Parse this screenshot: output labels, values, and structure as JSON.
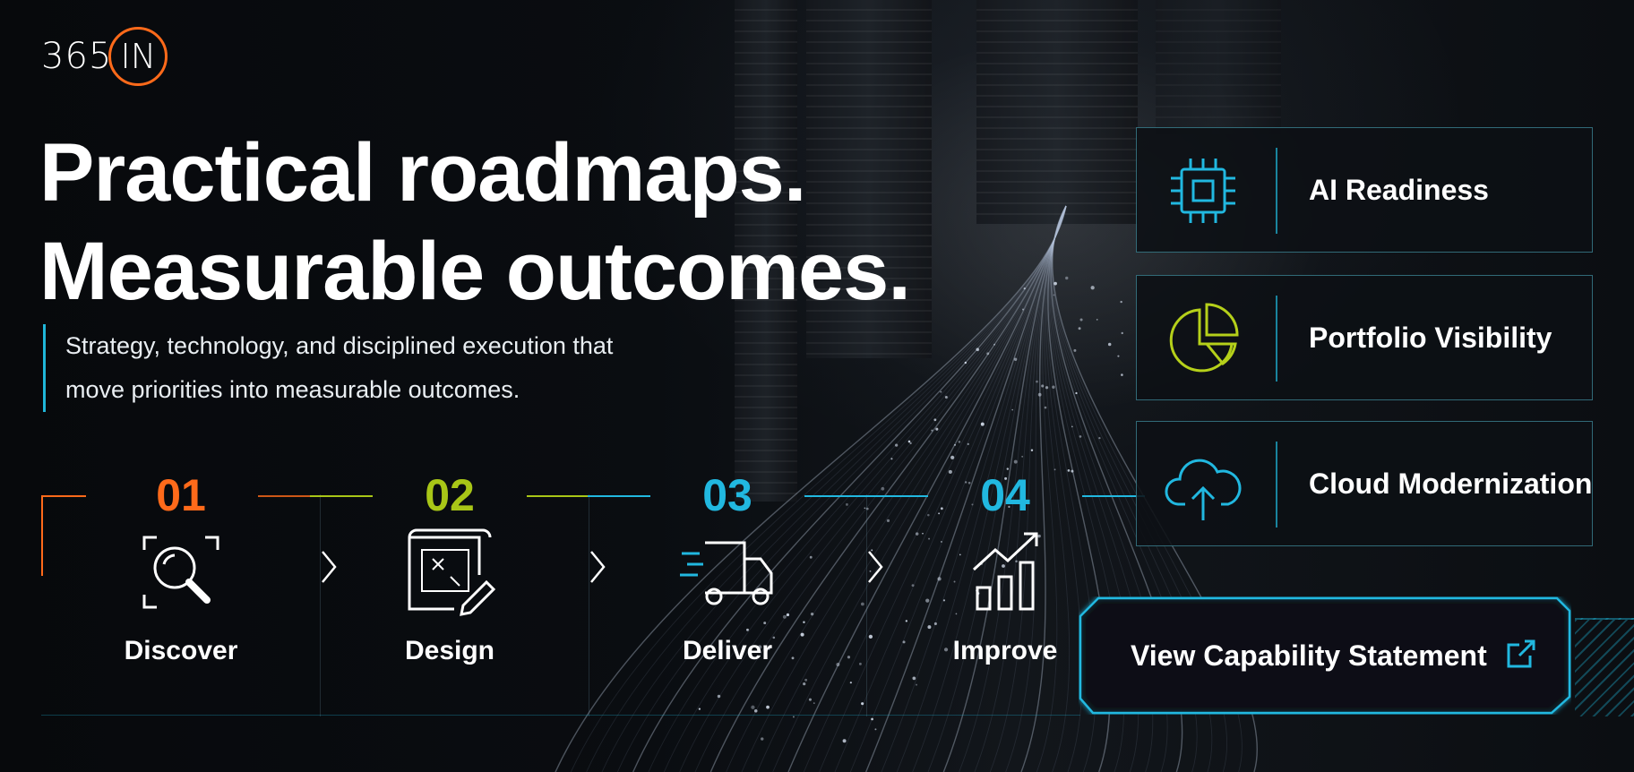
{
  "brand": {
    "logo_text": "365",
    "logo_ring_text": "IN",
    "accent_orange": "#ff6a1a"
  },
  "hero": {
    "headline_line1": "Practical roadmaps.",
    "headline_line2": "Measurable outcomes.",
    "subtext_line1": "Strategy, technology, and disciplined execution that",
    "subtext_line2": "move priorities into measurable outcomes."
  },
  "steps": [
    {
      "number": "01",
      "label": "Discover",
      "icon": "magnifier-icon",
      "color": "#ff6a1a"
    },
    {
      "number": "02",
      "label": "Design",
      "icon": "blueprint-icon",
      "color": "#a8c617"
    },
    {
      "number": "03",
      "label": "Deliver",
      "icon": "delivery-truck-icon",
      "color": "#21b8e0"
    },
    {
      "number": "04",
      "label": "Improve",
      "icon": "growth-chart-icon",
      "color": "#21b8e0"
    }
  ],
  "capabilities": [
    {
      "label": "AI Readiness",
      "icon": "chip-icon",
      "color": "#21b8e0"
    },
    {
      "label": "Portfolio Visibility",
      "icon": "pie-chart-icon",
      "color": "#b5d01a"
    },
    {
      "label": "Cloud Modernization",
      "icon": "cloud-upload-icon",
      "color": "#21b8e0"
    }
  ],
  "cta": {
    "label": "View Capability Statement",
    "icon": "external-link-icon",
    "color": "#21b8e0"
  }
}
